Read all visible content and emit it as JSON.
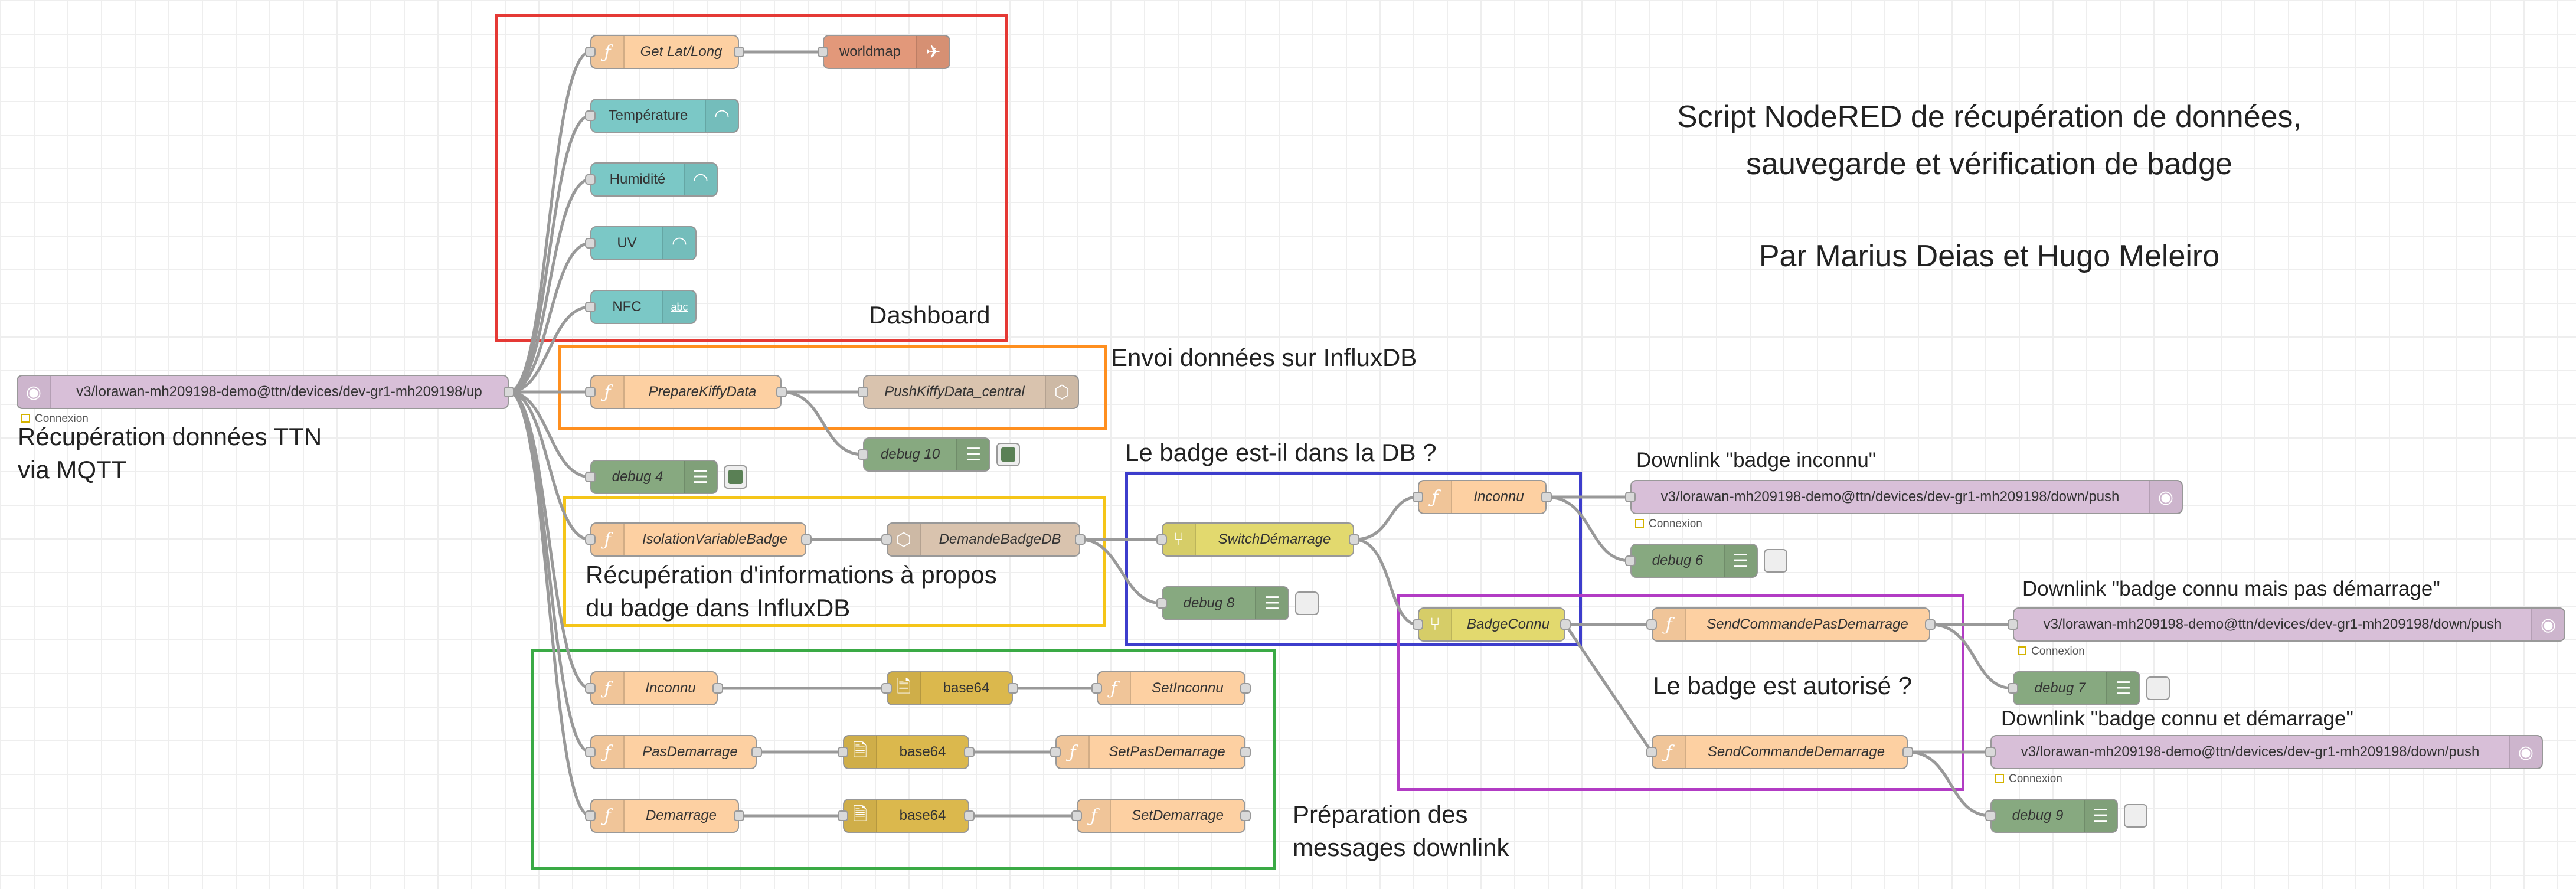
{
  "colors": {
    "function": "#fdd0a2",
    "mqtt": "#d8bfd8",
    "worldmap": "#e2987a",
    "ui_gauge": "#7bc8c6",
    "debug": "#87a980",
    "influx": "#d9c3ae",
    "switch": "#e2d96e",
    "base64": "#dbb84d",
    "group_red": "#e53935",
    "group_orange": "#ff8f1f",
    "group_yellow": "#f5c518",
    "group_blue": "#3d3dcc",
    "group_purple": "#b23cc4",
    "group_green": "#3aaa45"
  },
  "title": {
    "line1": "Script NodeRED de récupération de données,",
    "line2": "sauvegarde et vérification de badge",
    "authors": "Par Marius Deias et Hugo Meleiro"
  },
  "notes": {
    "ttn_line1": "Récupération données TTN",
    "ttn_line2": "via MQTT",
    "dashboard": "Dashboard",
    "influx": "Envoi données sur InfluxDB",
    "badge_db": "Le badge est-il dans la DB ?",
    "downlink_inconnu": "Downlink \"badge inconnu\"",
    "downlink_pas_demarrage": "Downlink \"badge connu mais pas démarrage\"",
    "badge_autorise": "Le badge est autorisé ?",
    "downlink_demarrage": "Downlink \"badge connu et démarrage\"",
    "recup_line1": "Récupération d'informations à propos",
    "recup_line2": "du badge dans InfluxDB",
    "prep_line1": "Préparation des",
    "prep_line2": "messages downlink"
  },
  "nodes": {
    "mqtt_in": {
      "label": "v3/lorawan-mh209198-demo@ttn/devices/dev-gr1-mh209198/up",
      "status": "Connexion",
      "icon": "mqtt-icon"
    },
    "get_latlong": {
      "label": "Get Lat/Long",
      "icon": "function-icon"
    },
    "worldmap": {
      "label": "worldmap",
      "icon": "globe-icon"
    },
    "temperature": {
      "label": "Température",
      "icon": "gauge-icon"
    },
    "humidite": {
      "label": "Humidité",
      "icon": "gauge-icon"
    },
    "uv": {
      "label": "UV",
      "icon": "gauge-icon"
    },
    "nfc": {
      "label": "NFC",
      "icon": "text-icon",
      "icon_text": "abc"
    },
    "prepare_kiffy": {
      "label": "PrepareKiffyData",
      "icon": "function-icon"
    },
    "push_kiffy": {
      "label": "PushKiffyData_central",
      "icon": "database-icon"
    },
    "debug10": {
      "label": "debug 10",
      "icon": "debug-icon"
    },
    "debug4": {
      "label": "debug 4",
      "icon": "debug-icon"
    },
    "isolation": {
      "label": "IsolationVariableBadge",
      "icon": "function-icon"
    },
    "demande_badge": {
      "label": "DemandeBadgeDB",
      "icon": "database-icon"
    },
    "switch_demarrage": {
      "label": "SwitchDémarrage",
      "icon": "switch-icon"
    },
    "debug8": {
      "label": "debug 8",
      "icon": "debug-icon"
    },
    "inconnu_top": {
      "label": "Inconnu",
      "icon": "function-icon"
    },
    "mqtt_out_inconnu": {
      "label": "v3/lorawan-mh209198-demo@ttn/devices/dev-gr1-mh209198/down/push",
      "status": "Connexion",
      "icon": "mqtt-icon"
    },
    "debug6": {
      "label": "debug 6",
      "icon": "debug-icon"
    },
    "badge_connu": {
      "label": "BadgeConnu",
      "icon": "switch-icon"
    },
    "send_pas_demarrage": {
      "label": "SendCommandePasDemarrage",
      "icon": "function-icon"
    },
    "mqtt_out_pas_demarrage": {
      "label": "v3/lorawan-mh209198-demo@ttn/devices/dev-gr1-mh209198/down/push",
      "status": "Connexion",
      "icon": "mqtt-icon"
    },
    "debug7": {
      "label": "debug 7",
      "icon": "debug-icon"
    },
    "send_demarrage": {
      "label": "SendCommandeDemarrage",
      "icon": "function-icon"
    },
    "mqtt_out_demarrage": {
      "label": "v3/lorawan-mh209198-demo@ttn/devices/dev-gr1-mh209198/down/push",
      "status": "Connexion",
      "icon": "mqtt-icon"
    },
    "debug9": {
      "label": "debug 9",
      "icon": "debug-icon"
    },
    "inconnu_low": {
      "label": "Inconnu",
      "icon": "function-icon"
    },
    "base64_1": {
      "label": "base64",
      "icon": "base64-icon"
    },
    "set_inconnu": {
      "label": "SetInconnu",
      "icon": "function-icon"
    },
    "pas_demarrage": {
      "label": "PasDemarrage",
      "icon": "function-icon"
    },
    "base64_2": {
      "label": "base64",
      "icon": "base64-icon"
    },
    "set_pas_demarrage": {
      "label": "SetPasDemarrage",
      "icon": "function-icon"
    },
    "demarrage": {
      "label": "Demarrage",
      "icon": "function-icon"
    },
    "base64_3": {
      "label": "base64",
      "icon": "base64-icon"
    },
    "set_demarrage": {
      "label": "SetDemarrage",
      "icon": "function-icon"
    }
  }
}
